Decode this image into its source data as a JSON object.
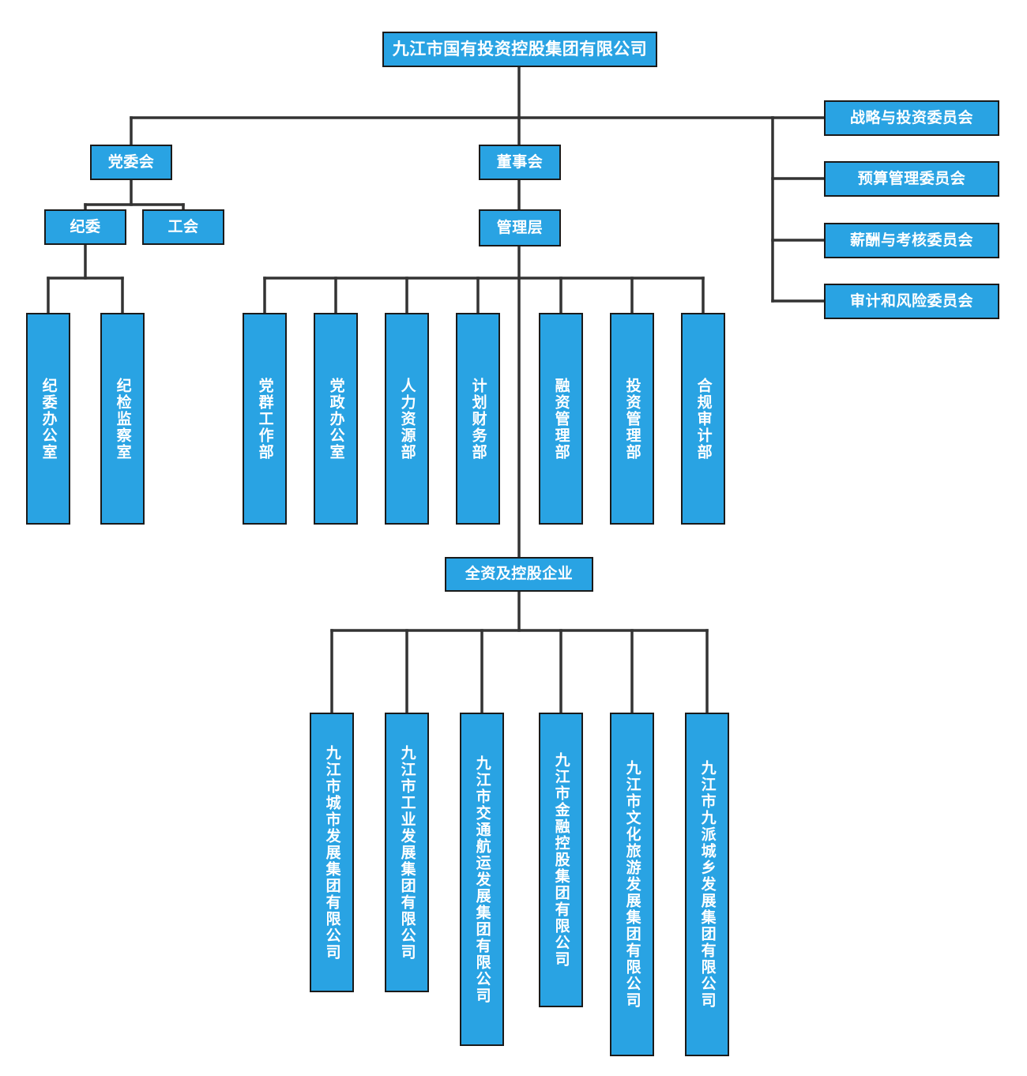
{
  "meta": {
    "title": "九江市国有投资控股集团有限公司组织架构图",
    "box_fill": "#29a3e3",
    "box_border": "#1a1a1a",
    "text_color": "#ffffff",
    "connector_color": "#333333",
    "background": "#ffffff"
  },
  "root": {
    "label": "九江市国有投资控股集团有限公司"
  },
  "committees": [
    {
      "label": "战略与投资委员会"
    },
    {
      "label": "预算管理委员会"
    },
    {
      "label": "薪酬与考核委员会"
    },
    {
      "label": "审计和风险委员会"
    }
  ],
  "level2": {
    "party": {
      "label": "党委会"
    },
    "board": {
      "label": "董事会"
    }
  },
  "level3": {
    "discipline": {
      "label": "纪委"
    },
    "union": {
      "label": "工会"
    },
    "management": {
      "label": "管理层"
    }
  },
  "discipline_departments": [
    {
      "label": "纪委办公室"
    },
    {
      "label": "纪检监察室"
    }
  ],
  "management_departments": [
    {
      "label": "党群工作部"
    },
    {
      "label": "党政办公室"
    },
    {
      "label": "人力资源部"
    },
    {
      "label": "计划财务部"
    },
    {
      "label": "融资管理部"
    },
    {
      "label": "投资管理部"
    },
    {
      "label": "合规审计部"
    }
  ],
  "subsidiaries_parent": {
    "label": "全资及控股企业"
  },
  "subsidiaries": [
    {
      "label": "九江市城市发展集团有限公司"
    },
    {
      "label": "九江市工业发展集团有限公司"
    },
    {
      "label": "九江市交通航运发展集团有限公司"
    },
    {
      "label": "九江市金融控股集团有限公司"
    },
    {
      "label": "九江市文化旅游发展集团有限公司"
    },
    {
      "label": "九江市九派城乡发展集团有限公司"
    }
  ]
}
